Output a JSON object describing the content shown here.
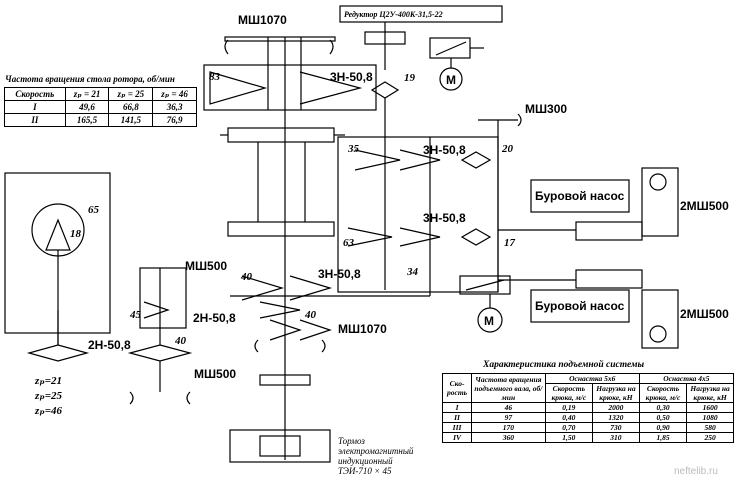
{
  "labels": {
    "msh1070_top": "МШ1070",
    "reducer": "Редуктор Ц2У-400К-31,5-22",
    "motor": "М",
    "msh300": "МШ300",
    "msh500_left": "МШ500",
    "msh500_bottom": "МШ500",
    "msh1070_bottom": "МШ1070",
    "msh500_pump1": "2МШ500",
    "msh500_pump2": "2МШ500",
    "pump1": "Буровой насос",
    "pump2": "Буровой насос",
    "chain_top": "3Н-50,8",
    "chain_mid1": "3Н-50,8",
    "chain_mid2": "3Н-50,8",
    "chain_low": "3Н-50,8",
    "chain_left": "2Н-50,8",
    "chain_rotor": "2Н-50,8",
    "n83": "83",
    "n19": "19",
    "n35": "35",
    "n20": "20",
    "n63": "63",
    "n17": "17",
    "n40a": "40",
    "n34": "34",
    "n45": "45",
    "n40b": "40",
    "n40c": "40",
    "n65": "65",
    "n18": "18",
    "zp1": "zₚ=21",
    "zp2": "zₚ=25",
    "zp3": "zₚ=46"
  },
  "brake": {
    "line1": "Тормоз",
    "line2": "электромагнитный",
    "line3": "индукционный",
    "line4": "ТЭИ-710 × 45"
  },
  "rotor_table": {
    "title": "Частота вращения стола ротора, об/мин",
    "headers": [
      "Скорость",
      "zₚ = 21",
      "zₚ = 25",
      "zₚ = 46"
    ],
    "rows": [
      [
        "I",
        "49,6",
        "66,8",
        "36,3"
      ],
      [
        "II",
        "165,5",
        "141,5",
        "76,9"
      ]
    ]
  },
  "hoist_table": {
    "title": "Характеристика подъемной системы",
    "col_speed": "Ско-рость",
    "col_freq": "Частота вращения подъемного вала, об/мин",
    "group1": "Оснастка 5x6",
    "group2": "Оснастка 4x5",
    "sub_speed": "Скорость крюка, м/с",
    "sub_load": "Нагрузка на крюке, кН",
    "rows": [
      [
        "I",
        "46",
        "0,19",
        "2000",
        "0,30",
        "1600"
      ],
      [
        "II",
        "97",
        "0,40",
        "1320",
        "0,50",
        "1080"
      ],
      [
        "III",
        "170",
        "0,70",
        "730",
        "0,90",
        "580"
      ],
      [
        "IV",
        "360",
        "1,50",
        "310",
        "1,85",
        "250"
      ]
    ]
  },
  "watermark": "neftelib.ru"
}
